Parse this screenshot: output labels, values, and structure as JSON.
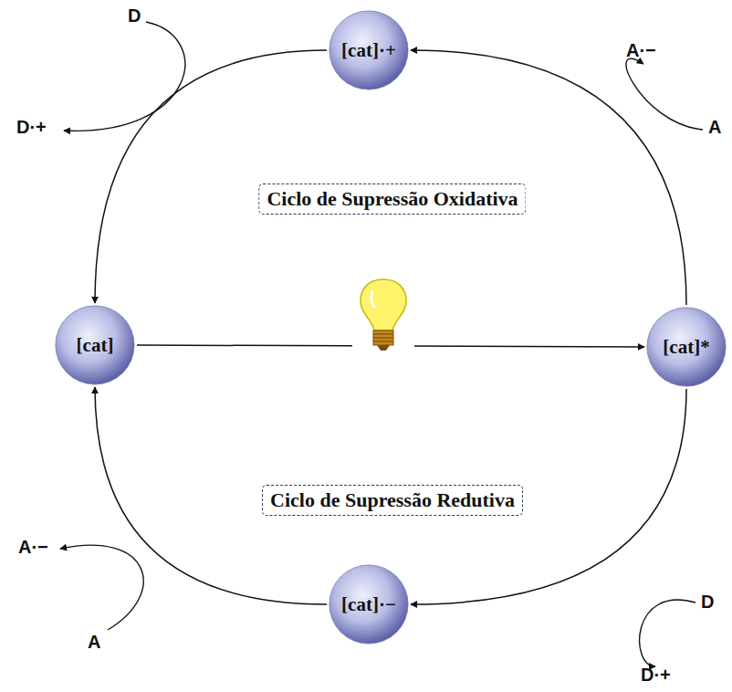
{
  "diagram": {
    "nodes": [
      {
        "text": [
          "[cat]·+"
        ]
      },
      {
        "text": [
          "Ciclo de Supressão Oxidativa"
        ]
      },
      {
        "text": [
          "[cat]"
        ]
      },
      {
        "text": [
          "[cat]*"
        ]
      },
      {
        "text": [
          "Ciclo de Supressão Redutiva"
        ]
      },
      {
        "text": [
          "[cat]·−"
        ]
      }
    ],
    "edges": [
      {
        "from": 3,
        "to": 0,
        "arrow": "to"
      },
      {
        "from": 0,
        "to": 2,
        "arrow": "to"
      },
      {
        "from": 2,
        "to": 3,
        "arrow": "to"
      },
      {
        "from": 3,
        "to": 5,
        "arrow": "to"
      },
      {
        "from": 5,
        "to": 2,
        "arrow": "to"
      }
    ],
    "labels": [
      "D",
      "D·+",
      "A·−",
      "A",
      "A·−",
      "A",
      "D",
      "D·+"
    ]
  }
}
